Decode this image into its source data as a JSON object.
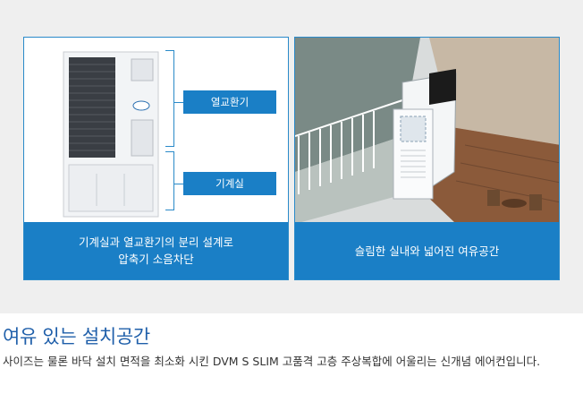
{
  "panels": {
    "left": {
      "tag_top": "열교환기",
      "tag_bottom": "기계실",
      "caption_line1": "기계실과 열교환기의 분리 설계로",
      "caption_line2": "압축기 소음차단"
    },
    "right": {
      "caption": "슬림한 실내와 넓어진 여유공간"
    }
  },
  "section": {
    "title": "여유 있는 설치공간",
    "description": "사이즈는 물론 바닥 설치 면적을 최소화 시킨 DVM S SLIM 고품격 고층 주상복합에 어울리는 신개념 에어컨입니다."
  },
  "colors": {
    "accent": "#1a7fc6",
    "border": "#2a8ac9",
    "title": "#1f5faa",
    "band": "#efefef"
  }
}
